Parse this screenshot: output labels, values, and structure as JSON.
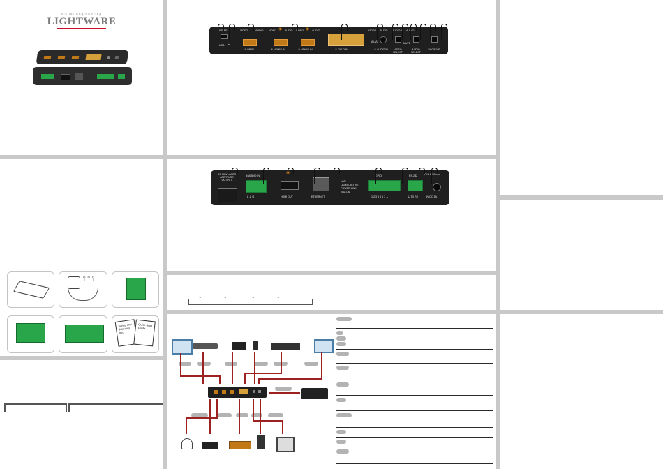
{
  "brand": {
    "tagline": "visual engineering",
    "name": "LIGHTWARE",
    "accent": "#c8102e"
  },
  "front_panel": {
    "labels": {
      "usb_top": "LIVE/EF",
      "usb": "USB",
      "video_1": "VIDEO",
      "audio_1": "AUDIO",
      "video_2": "VIDEO",
      "audio_2": "AUDIO",
      "video_3": "VIDEO",
      "audio_3": "AUDIO",
      "video_4": "VIDEO",
      "audio_4": "AUDIO",
      "audio_in_top": "AUDIO IN",
      "audio_in_sub": "A.LVL",
      "audio_top": "AUDIO",
      "mute": "MUTE",
      "dp_in": "① DP IN",
      "hdmi1_in": "② HDMI® IN",
      "hdmi2_in": "③ HDMI® IN",
      "dvi_in": "④ DVI-D IN",
      "audio_in": "⑤ AUDIO IN",
      "video_select": "VIDEO SELECT",
      "audio_select": "AUDIO SELECT",
      "show_me": "SHOW ME"
    }
  },
  "rear_panel": {
    "labels": {
      "dc_title": "DC 80W LASER APERTURE OUTPUT",
      "audio_in": "⑤ AUDIO IN",
      "audio_in_sub": "L  ⏚  R",
      "hdmi_out": "HDMI OUT",
      "ethernet": "ETHERNET",
      "live_1": "LIVE",
      "live_2": "LASER ACTIVE",
      "live_3": "POWER LINK",
      "live_4": "TBD-CM",
      "gpio": "GPIO",
      "gpio_pins": "1 2 3 4 5 6 7 ⏚",
      "rs232": "RS-232",
      "rs232_sub": "⏚ TX RX",
      "pin": "PIN: 2.1/5mm",
      "dc": "5V DC 1A"
    }
  },
  "accessories": {
    "cards": [
      {
        "name": "device",
        "text": ""
      },
      {
        "name": "power-adapter",
        "text": ""
      },
      {
        "name": "connector-3pole",
        "text": ""
      },
      {
        "name": "connector-5pole",
        "text": ""
      },
      {
        "name": "connector-8pole",
        "text": ""
      },
      {
        "name": "documents",
        "text": ""
      }
    ],
    "doc_text_1": "Safety and Warranty Info",
    "doc_text_2": "Quick Start Guide"
  },
  "diagram": {
    "pill_colors": "#b3b3b3",
    "link_color": "#9e2121"
  }
}
